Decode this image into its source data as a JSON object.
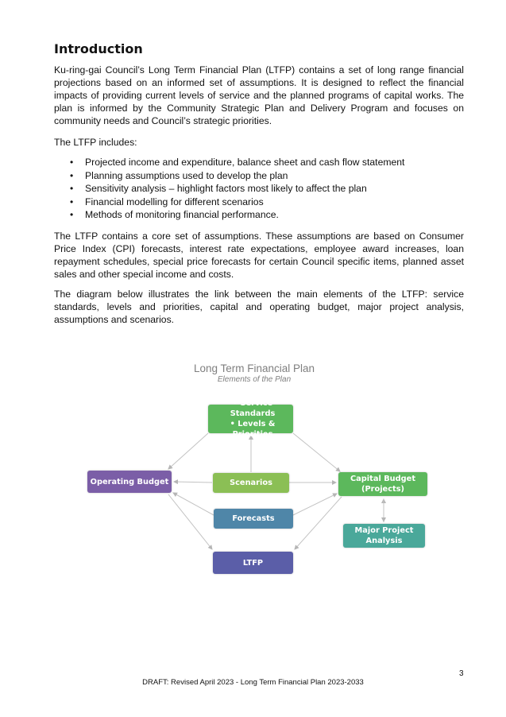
{
  "heading": "Introduction",
  "paragraphs": {
    "intro": "Ku-ring-gai Council’s Long Term Financial Plan (LTFP) contains a set of long range financial projections based on an informed set of assumptions. It is designed to reflect the financial impacts of providing current levels of service and the planned programs of capital works. The plan is informed by the Community Strategic Plan and Delivery Program and focuses on community needs and Council’s strategic priorities.",
    "includes": "The LTFP includes:",
    "assumptions": "The LTFP contains a core set of assumptions. These assumptions are based on Consumer Price Index (CPI) forecasts, interest rate expectations, employee award increases, loan repayment schedules, special price forecasts for certain Council specific items, planned asset sales and other special income and costs.",
    "diagram_intro": "The diagram below illustrates the link between the main elements of the LTFP: service standards, levels and priorities, capital and operating budget, major project analysis, assumptions and scenarios."
  },
  "bullets": [
    "Projected income and expenditure, balance sheet and cash flow statement",
    "Planning assumptions used to develop the plan",
    "Sensitivity analysis – highlight factors most likely to affect the plan",
    "Financial modelling for different scenarios",
    "Methods of monitoring financial performance."
  ],
  "diagram": {
    "title": "Long Term Financial Plan",
    "subtitle": "Elements of the Plan",
    "service": [
      "• Service Standards",
      "• Levels & Priorities"
    ],
    "operating_budget": "Operating Budget",
    "scenarios": "Scenarios",
    "capital_budget": [
      "Capital Budget",
      "(Projects)"
    ],
    "forecasts": "Forecasts",
    "major_project": [
      "Major Project",
      "Analysis"
    ],
    "ltfp": "LTFP",
    "colors": {
      "service": "#5cb85c",
      "operating": "#7b5ea7",
      "scenarios": "#8bbf55",
      "capital": "#5cb85c",
      "forecasts": "#4f86a8",
      "major_project": "#4aa89a",
      "ltfp": "#5b5ea8"
    }
  },
  "page_number": "3",
  "footer": "DRAFT: Revised April 2023 - Long Term Financial Plan 2023-2033"
}
